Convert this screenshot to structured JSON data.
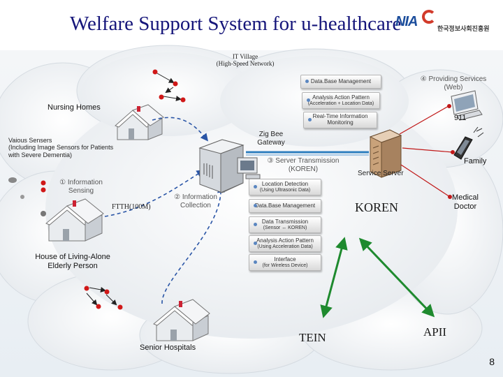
{
  "title": "Welfare Support System for u-healthcare",
  "logo": {
    "mark": "NIA",
    "korean": "한국정보사회진흥원"
  },
  "network": {
    "it_village_line1": "IT Village",
    "it_village_line2": "(High-Speed Network)"
  },
  "labels": {
    "nursing_homes": "Nursing Homes",
    "sensors_line1": "Vaious Sensers",
    "sensors_line2": "(Including Image Sensors for Patients",
    "sensors_line3": "with Severe Dementia)",
    "info_sensing_line1": "① Information",
    "info_sensing_line2": "Sensing",
    "ftth": "FTTH(100M)",
    "info_collection_line1": "② Information",
    "info_collection_line2": "Collection",
    "zigbee_line1": "Zig Bee",
    "zigbee_line2": "Gateway",
    "server_tx_line1": "③ Server Transmission",
    "server_tx_line2": "(KOREN)",
    "service_server": "Service Server",
    "providing_line1": "④ Providing Services",
    "providing_line2": "(Web)",
    "n911": "911",
    "family": "Family",
    "medical_line1": "Medical",
    "medical_line2": "Doctor",
    "koren": "KOREN",
    "house_line1": "House of Living-Alone",
    "house_line2": "Elderly Person",
    "senior_hospitals": "Senior Hospitals",
    "tein": "TEIN",
    "apii": "APII"
  },
  "top_boxes": [
    {
      "main": "Data.Base Management",
      "sub": ""
    },
    {
      "main": "Analysis Action Pattern",
      "sub": "(Acceleration + Location Data)"
    },
    {
      "main": "Real-Time Information",
      "sub": "Monitoring"
    }
  ],
  "mid_boxes": [
    {
      "main": "Location Detection",
      "sub": "(Using Ultrasonic Data)"
    },
    {
      "main": "Data.Base Management",
      "sub": ""
    },
    {
      "main": "Data Transmission",
      "sub": "(Sensor ↔ KOREN)"
    },
    {
      "main": "Analysis Action Pattern",
      "sub": "(Using Acceleration Data)"
    },
    {
      "main": "Interface",
      "sub": "(for Wireless Device)"
    }
  ],
  "page_number": "8",
  "colors": {
    "title": "#15157a",
    "arrow_green": "#1e8a2e",
    "sensor_red": "#d01818",
    "cloud": "#f2f4f6"
  }
}
